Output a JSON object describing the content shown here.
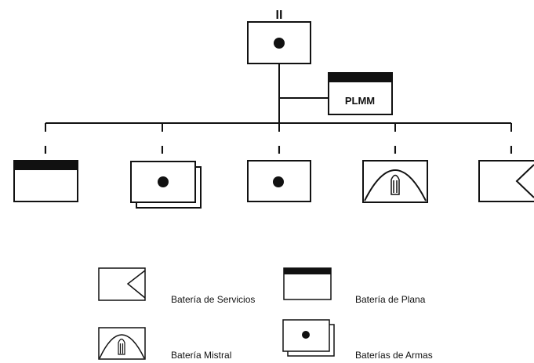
{
  "hq": {
    "echelon": "II"
  },
  "plmm": {
    "label": "PLMM"
  },
  "units": [
    {
      "echelon": "I",
      "type": "plana"
    },
    {
      "echelon": "I",
      "type": "armas"
    },
    {
      "echelon": "I",
      "type": "single-dot"
    },
    {
      "echelon": "I",
      "type": "mistral"
    },
    {
      "echelon": "I",
      "type": "servicios"
    }
  ],
  "legend": {
    "servicios": "Batería de Servicios",
    "plana": "Batería de Plana",
    "mistral": "Batería Mistral",
    "armas": "Baterías de Armas"
  },
  "colors": {
    "ink": "#111111",
    "background": "#ffffff"
  }
}
